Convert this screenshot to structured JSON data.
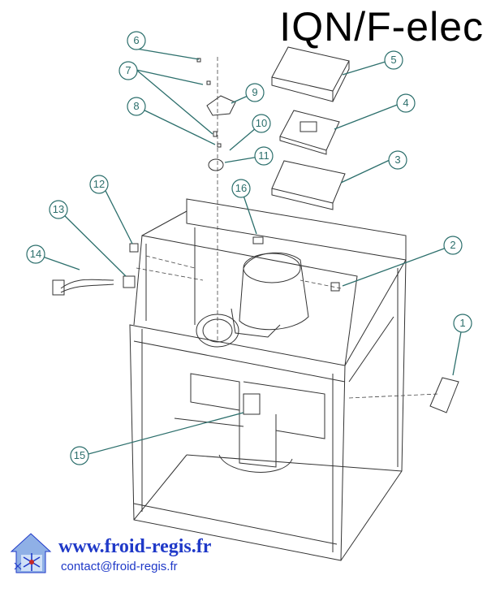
{
  "title": "IQN/F-elec",
  "footer": {
    "website": "www.froid-regis.fr",
    "email": "contact@froid-regis.fr"
  },
  "callouts": [
    "1",
    "2",
    "3",
    "4",
    "5",
    "6",
    "7",
    "8",
    "9",
    "10",
    "11",
    "12",
    "13",
    "14",
    "15",
    "16"
  ],
  "colors": {
    "callout": "#2c6f6c",
    "link": "#1f39c8",
    "drawing": "#333333"
  },
  "logo": "snowflake-house-logo"
}
